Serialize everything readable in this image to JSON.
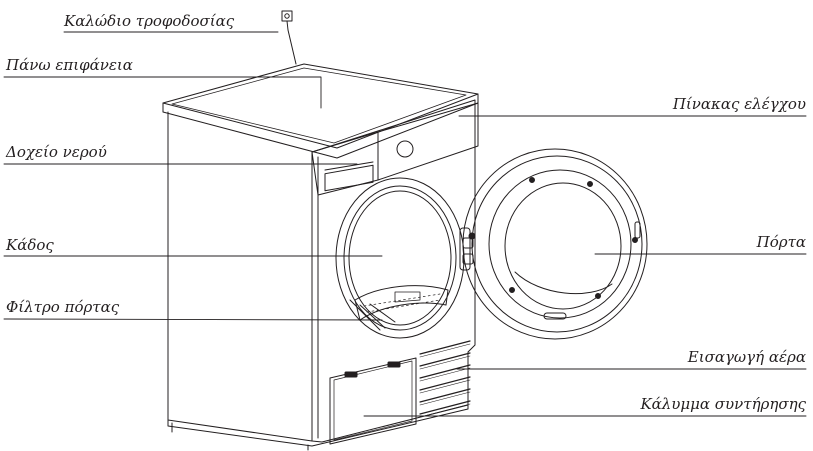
{
  "labels": {
    "power_cord": "Καλώδιο τροφοδοσίας",
    "top_surface": "Πάνω επιφάνεια",
    "water_tank": "Δοχείο νερού",
    "drum": "Κάδος",
    "door_filter": "Φίλτρο πόρτας",
    "control_panel": "Πίνακας ελέγχου",
    "door": "Πόρτα",
    "air_inlet": "Εισαγωγή αέρα",
    "service_cover": "Κάλυμμα συντήρησης"
  },
  "colors": {
    "line": "#231f20",
    "background": "#ffffff"
  }
}
